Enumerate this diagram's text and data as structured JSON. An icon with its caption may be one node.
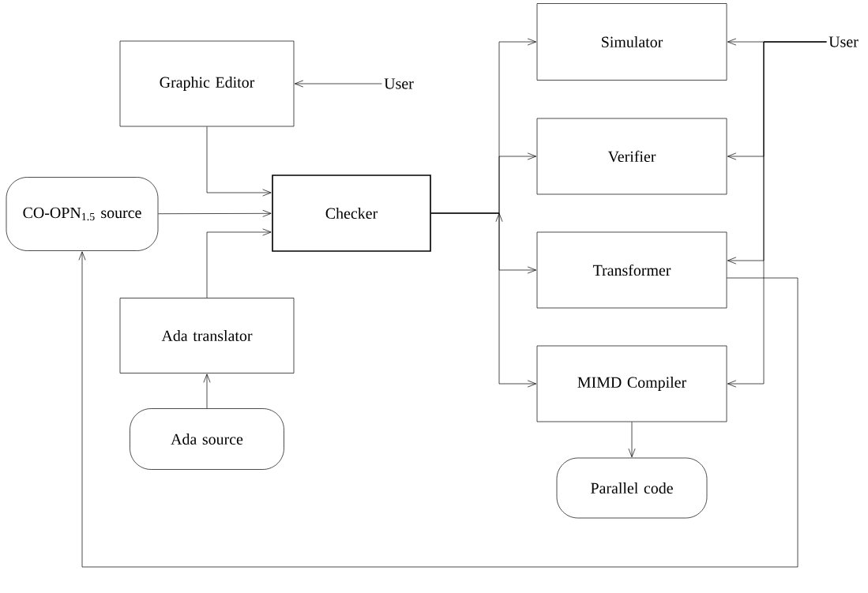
{
  "diagram": {
    "nodes": [
      {
        "text": [
          "Graphic Editor"
        ]
      },
      {
        "text": [
          "User"
        ]
      },
      {
        "text": [
          "CO-OPN$_{1.5}$ source"
        ]
      },
      {
        "text": [
          "Checker"
        ]
      },
      {
        "text": [
          "Ada translator"
        ]
      },
      {
        "text": [
          "Ada source"
        ]
      },
      {
        "text": [
          "Simulator"
        ]
      },
      {
        "text": [
          "Verifier"
        ]
      },
      {
        "text": [
          "Transformer"
        ]
      },
      {
        "text": [
          "MIMD Compiler"
        ]
      },
      {
        "text": [
          "Parallel code"
        ]
      },
      {
        "text": [
          "User"
        ]
      }
    ],
    "edges": [
      {
        "from": 1,
        "to": 0,
        "arrow": "to"
      },
      {
        "from": 0,
        "to": 3,
        "arrow": "to"
      },
      {
        "from": 2,
        "to": 3,
        "arrow": "to"
      },
      {
        "from": 4,
        "to": 3,
        "arrow": "to"
      },
      {
        "from": 5,
        "to": 4,
        "arrow": "to"
      },
      {
        "from": 3,
        "to": 6,
        "arrow": "to"
      },
      {
        "from": 3,
        "to": 7,
        "arrow": "to"
      },
      {
        "from": 3,
        "to": 8,
        "arrow": "to"
      },
      {
        "from": 3,
        "to": 9,
        "arrow": "to"
      },
      {
        "from": 11,
        "to": 6,
        "arrow": "to"
      },
      {
        "from": 11,
        "to": 7,
        "arrow": "to"
      },
      {
        "from": 11,
        "to": 8,
        "arrow": "to"
      },
      {
        "from": 11,
        "to": 9,
        "arrow": "to"
      },
      {
        "from": 8,
        "to": 2,
        "arrow": "to"
      },
      {
        "from": 9,
        "to": 10,
        "arrow": "to"
      }
    ]
  }
}
